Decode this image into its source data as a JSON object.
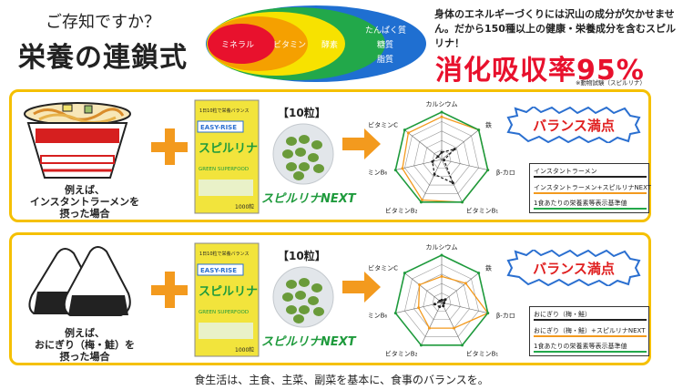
{
  "header": {
    "question": "ご存知ですか？",
    "title": "栄養の連鎖式",
    "nested": {
      "mineral": "ミネラル",
      "vitamin": "ビタミン",
      "enzyme": "酵素",
      "macros": [
        "たんぱく質",
        "糖質",
        "脂質"
      ]
    },
    "description": "身体のエネルギーづくりには沢山の成分が欠かせません。だから150種以上の健康・栄養成分を含むスピルリナ！",
    "absorption": "消化吸収率95%",
    "note": "※動物試験（スピルリナ）"
  },
  "product": {
    "box_brand": "EASY-RISE",
    "box_name": "スピルリナ",
    "box_sub": "GREEN SUPERFOOD",
    "box_count": "1000粒",
    "box_top": "1日10粒で栄養バランス",
    "pills_label": "【10粒】",
    "brand_name": "スピルリナNEXT"
  },
  "panels": [
    {
      "food_caption": [
        "例えば、",
        "インスタントラーメンを",
        "摂った場合"
      ],
      "balance": "バランス満点",
      "legend": [
        "インスタントラーメン",
        "インスタントラーメン+スピルリナNEXT",
        "1食あたりの栄養素等表示基準値"
      ]
    },
    {
      "food_caption": [
        "例えば、",
        "おにぎり（梅・鮭）を",
        "摂った場合"
      ],
      "balance": "バランス満点",
      "legend": [
        "おにぎり（梅・鮭）",
        "おにぎり（梅・鮭）+スピルリナNEXT",
        "1食あたりの栄養素等表示基準値"
      ]
    }
  ],
  "radar_axes": [
    "カルシウム",
    "鉄",
    "β-カロテン",
    "ビタミンB₁",
    "ビタミンB₂",
    "ビタミンB₆",
    "ビタミンC"
  ],
  "chart_data": [
    {
      "type": "radar",
      "categories": [
        "カルシウム",
        "鉄",
        "β-カロテン",
        "ビタミンB₁",
        "ビタミンB₂",
        "ビタミンB₆",
        "ビタミンC"
      ],
      "series": [
        {
          "name": "インスタントラーメン",
          "values": [
            0.15,
            0.35,
            0.05,
            0.55,
            0.35,
            0.2,
            0.1
          ]
        },
        {
          "name": "インスタントラーメン+スピルリナNEXT",
          "values": [
            0.9,
            1.0,
            1.0,
            1.0,
            0.95,
            0.85,
            0.9
          ]
        },
        {
          "name": "1食あたりの栄養素等表示基準値",
          "values": [
            1,
            1,
            1,
            1,
            1,
            1,
            1
          ]
        }
      ]
    },
    {
      "type": "radar",
      "categories": [
        "カルシウム",
        "鉄",
        "β-カロテン",
        "ビタミンB₁",
        "ビタミンB₂",
        "ビタミンB₆",
        "ビタミンC"
      ],
      "series": [
        {
          "name": "おにぎり（梅・鮭）",
          "values": [
            0.05,
            0.1,
            0.05,
            0.08,
            0.1,
            0.15,
            0.05
          ]
        },
        {
          "name": "おにぎり（梅・鮭）+スピルリナNEXT",
          "values": [
            0.55,
            0.65,
            1.0,
            0.6,
            0.6,
            0.5,
            0.6
          ]
        },
        {
          "name": "1食あたりの栄養素等表示基準値",
          "values": [
            1,
            1,
            1,
            1,
            1,
            1,
            1
          ]
        }
      ]
    }
  ],
  "colors": {
    "accent_red": "#e8112d",
    "panel_border": "#f5c000",
    "orange": "#f39a1e",
    "green": "#1e9a3c",
    "ring_red": "#e8112d",
    "ring_orange": "#f5a000",
    "ring_yellow": "#f7e200",
    "ring_green": "#22a84a",
    "ring_blue": "#1f6fd1"
  },
  "footer": "食生活は、主食、主菜、副菜を基本に、食事のバランスを。"
}
